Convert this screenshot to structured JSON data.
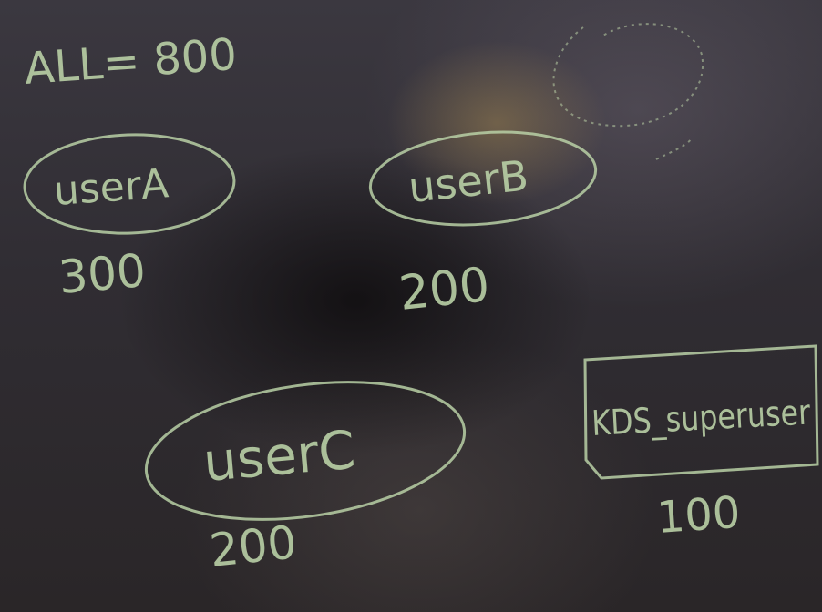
{
  "board": {
    "total": "ALL= 800",
    "users": [
      {
        "name": "userA",
        "value": "300"
      },
      {
        "name": "userB",
        "value": "200"
      },
      {
        "name": "userC",
        "value": "200"
      }
    ],
    "superuser": {
      "name": "KDS_superuser",
      "value": "100"
    }
  }
}
